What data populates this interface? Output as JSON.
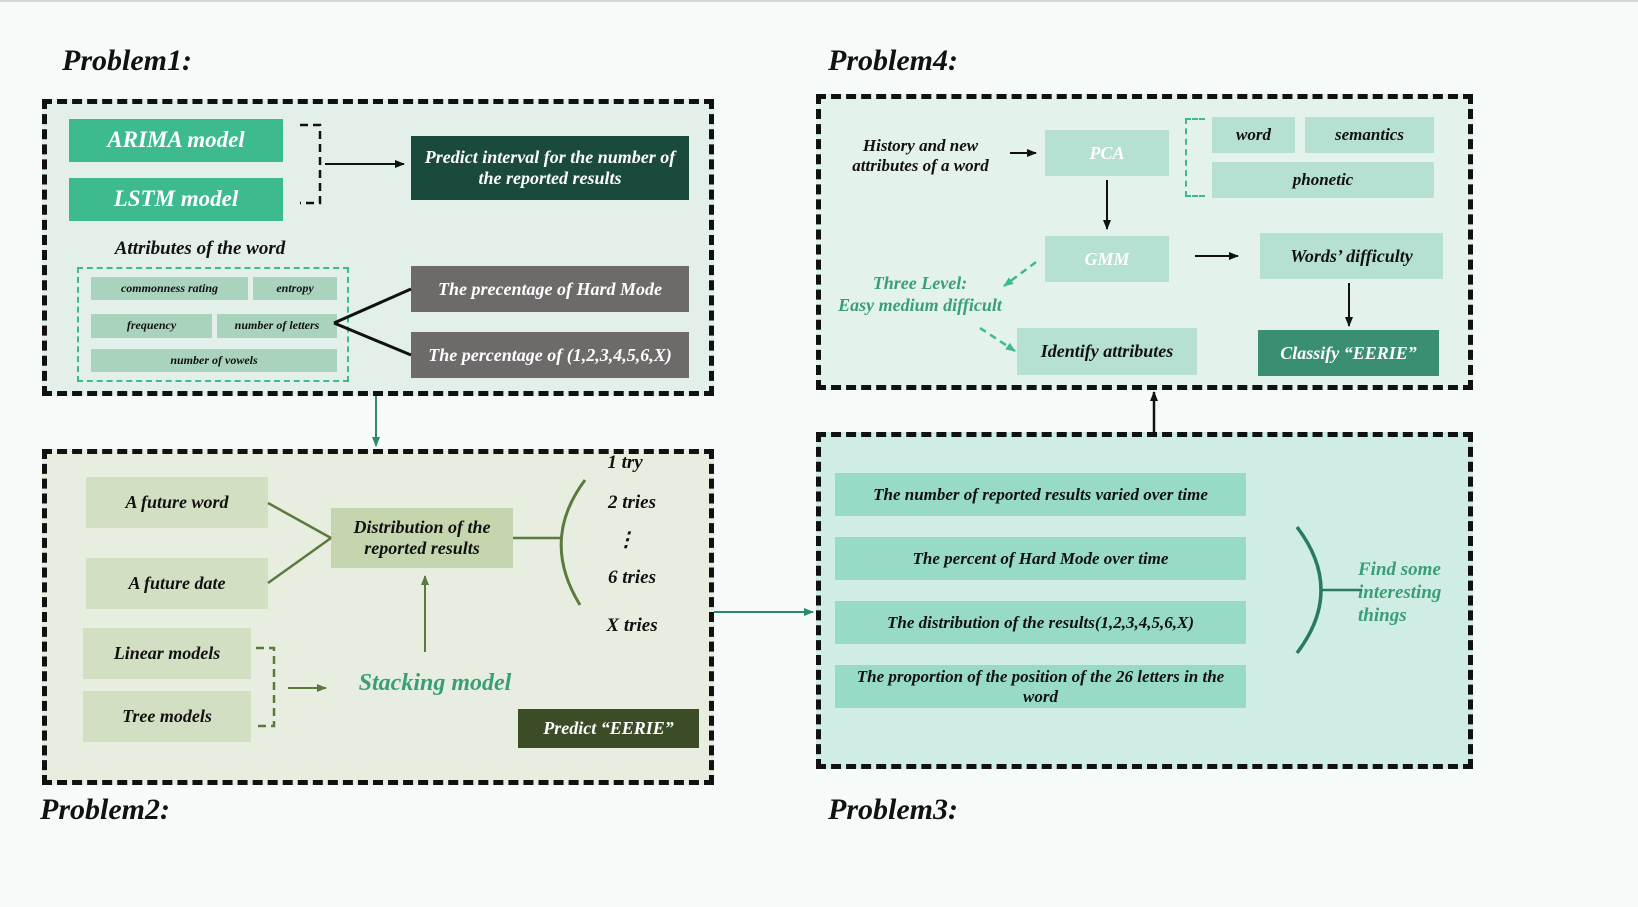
{
  "problem1": {
    "title": "Problem1:",
    "arima": "ARIMA model",
    "lstm": "LSTM model",
    "predict_interval": "Predict interval for the number of the reported results",
    "attributes_title": "Attributes of the word",
    "attr_commonness": "commonness rating",
    "attr_entropy": "entropy",
    "attr_frequency": "frequency",
    "attr_letters": "number of letters",
    "attr_vowels": "number of vowels",
    "hard_mode": "The precentage of  Hard Mode",
    "percentage_tries": "The percentage of (1,2,3,4,5,6,X)"
  },
  "problem2": {
    "title": "Problem2:",
    "future_word": "A future word",
    "future_date": "A future date",
    "distribution": "Distribution of the reported results",
    "try1": "1 try",
    "try2": "2 tries",
    "dots": "⋮",
    "try6": "6 tries",
    "tryx": "X tries",
    "linear": "Linear models",
    "tree": "Tree models",
    "stacking": "Stacking model",
    "predict_eerie": "Predict “EERIE”"
  },
  "problem3": {
    "title": "Problem3:",
    "item1": "The number of reported results varied over time",
    "item2": "The percent of Hard Mode over time",
    "item3": "The distribution of the results(1,2,3,4,5,6,X)",
    "item4": "The proportion of the position of the 26 letters in the word",
    "find": "Find some interesting things"
  },
  "problem4": {
    "title": "Problem4:",
    "history": "History and new attributes of a word",
    "pca": "PCA",
    "word": "word",
    "semantics": "semantics",
    "phonetic": "phonetic",
    "gmm": "GMM",
    "difficulty": "Words’ difficulty",
    "three_level": "Three Level:",
    "easy_medium": "Easy medium difficult",
    "identify": "Identify attributes",
    "classify": "Classify “EERIE”"
  },
  "colors": {
    "teal": "#3dbb8f",
    "dark_teal": "#1a4a3d",
    "gray": "#6e6a6a",
    "light_green": "#c6dfd1",
    "mint": "#a6dbc7",
    "olive": "#5b7a3e",
    "olive_box": "#d2dfc2",
    "dark_olive": "#3b4c27",
    "p3_bg": "#cfede4",
    "p3_box": "#98dac8",
    "p4_box": "#b6e0d1",
    "classify": "#3a8f72"
  }
}
